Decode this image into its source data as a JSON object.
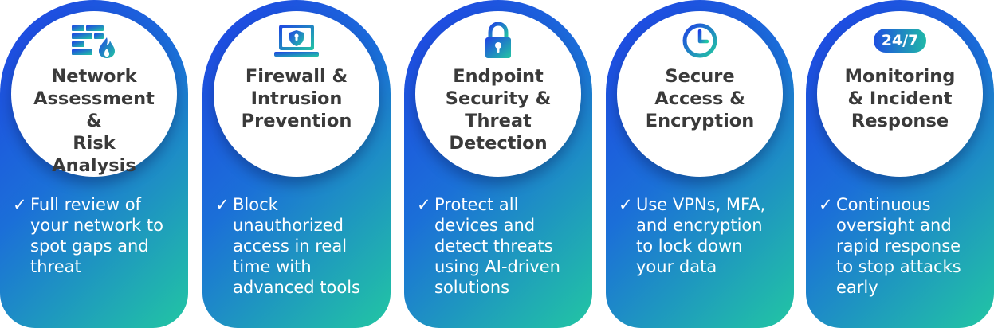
{
  "colors": {
    "gradient_start": "#1f43e4",
    "gradient_end": "#22c6a3",
    "title_text": "#3a3a3a",
    "desc_text": "#ffffff"
  },
  "check_mark": "✓",
  "cards": [
    {
      "icon": "firewall-brick-flame-icon",
      "title": "Network\nAssessment &\nRisk\nAnalysis",
      "description": "Full review of\nyour network to\nspot gaps and\nthreat"
    },
    {
      "icon": "laptop-shield-icon",
      "title": "Firewall &\nIntrusion\nPrevention",
      "description": "Block\nunauthorized\naccess in real\ntime with\nadvanced tools"
    },
    {
      "icon": "padlock-icon",
      "title": "Endpoint\nSecurity &\nThreat\nDetection",
      "description": "Protect all\ndevices and\ndetect threats\nusing AI-driven\nsolutions"
    },
    {
      "icon": "clock-icon",
      "title": "Secure\nAccess &\nEncryption",
      "description": "Use VPNs, MFA,\nand encryption\nto lock down\nyour data"
    },
    {
      "icon": "24-7-badge-icon",
      "badge": "24/7",
      "title": "Monitoring\n& Incident\nResponse",
      "description": "Continuous\noversight and\nrapid response\nto stop attacks\nearly"
    }
  ]
}
